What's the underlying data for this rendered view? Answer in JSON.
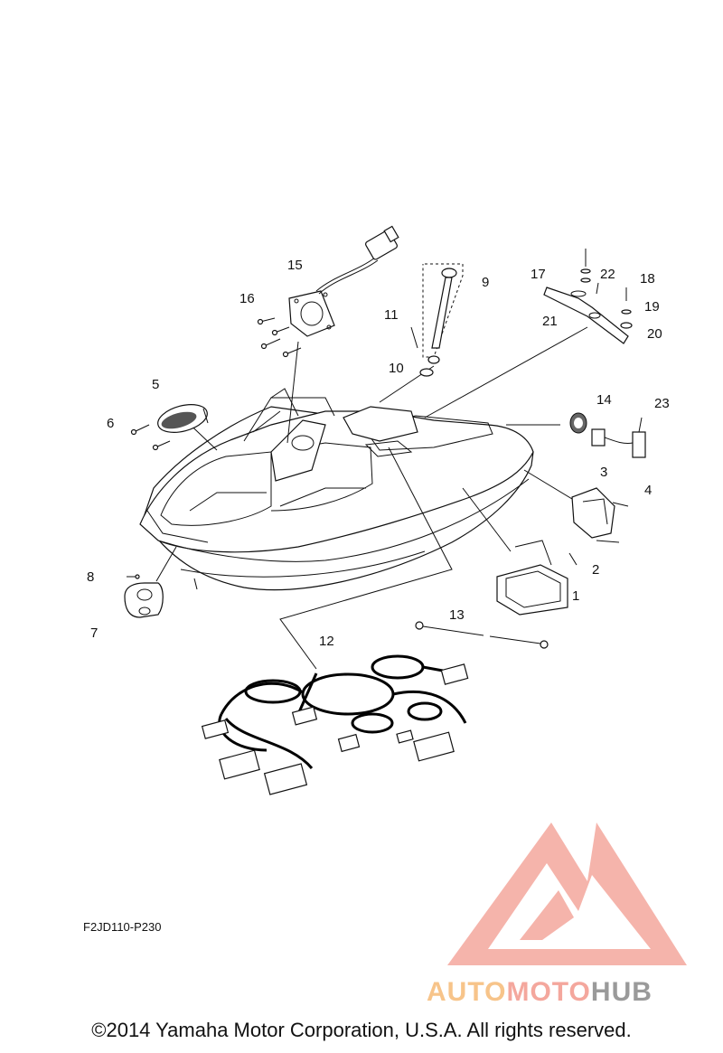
{
  "diagram": {
    "callouts": [
      "1",
      "2",
      "3",
      "4",
      "5",
      "6",
      "7",
      "8",
      "9",
      "10",
      "11",
      "12",
      "13",
      "14",
      "15",
      "16",
      "17",
      "18",
      "19",
      "20",
      "21",
      "22",
      "23"
    ],
    "drawing_code": "F2JD110-P230",
    "copyright": "©2014 Yamaha Motor Corporation, U.S.A. All rights reserved."
  },
  "watermark": {
    "part1": "AUTO",
    "part2": "MOTO",
    "part3": "HUB",
    "colors": {
      "auto": "#f7c48a",
      "moto": "#f4a79d",
      "hub": "#9a9a9a",
      "logo": "#f4a79d"
    }
  }
}
